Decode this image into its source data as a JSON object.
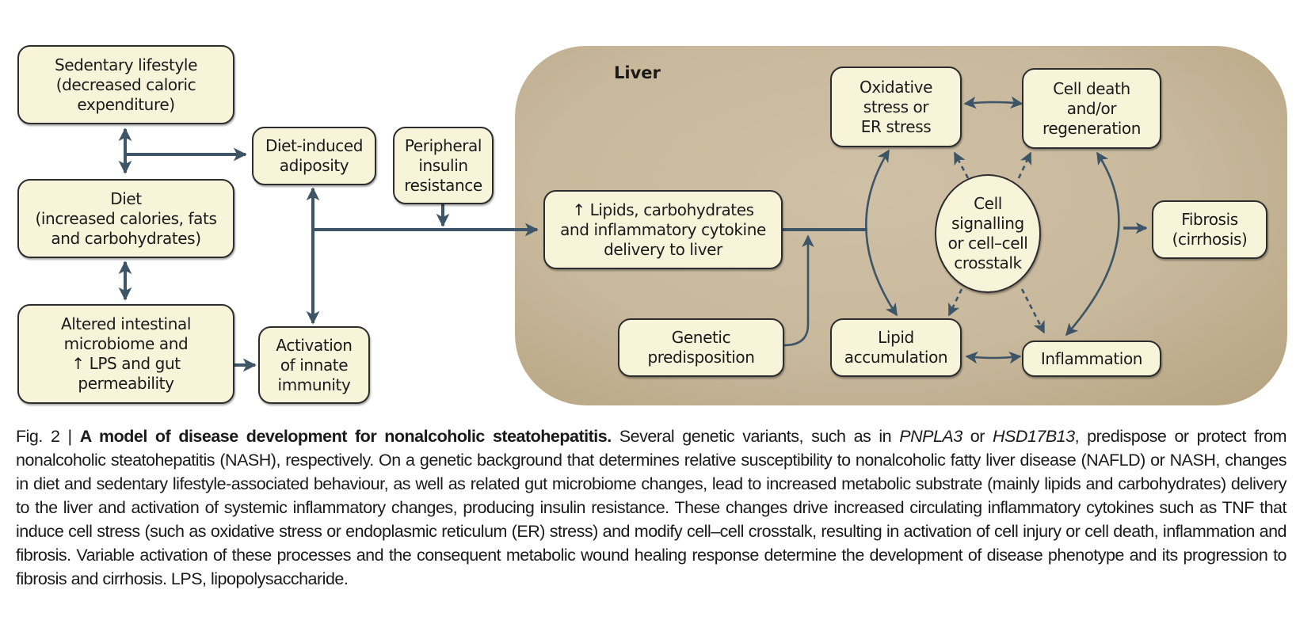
{
  "figure": {
    "liver_label": "Liver",
    "boxes": {
      "sedentary": "Sedentary lifestyle\n(decreased caloric\nexpenditure)",
      "diet": "Diet\n(increased calories, fats\nand carbohydrates)",
      "microbiome": "Altered intestinal\nmicrobiome and\n↑ LPS and gut\npermeability",
      "adiposity": "Diet-induced\nadiposity",
      "insulin": "Peripheral\ninsulin\nresistance",
      "innate": "Activation\nof innate\nimmunity",
      "delivery": "↑ Lipids, carbohydrates\nand inflammatory cytokine\ndelivery to liver",
      "genetic": "Genetic\npredisposition",
      "oxidative": "Oxidative\nstress or\nER stress",
      "celldeath": "Cell death\nand/or\nregeneration",
      "signalling": "Cell\nsignalling\nor cell–cell\ncrosstalk",
      "fibrosis": "Fibrosis\n(cirrhosis)",
      "lipid": "Lipid\naccumulation",
      "inflammation": "Inflammation"
    },
    "colors": {
      "box_fill": "#f7f4da",
      "arrow": "#3d5566",
      "liver_panel": "#c8b89c"
    }
  },
  "caption": {
    "label": "Fig. 2 | ",
    "title": "A model of disease development for nonalcoholic steatohepatitis.",
    "text_1": " Several genetic variants, such as in ",
    "gene_1": "PNPLA3",
    "text_2": " or ",
    "gene_2": "HSD17B13",
    "text_3": ", predispose or protect from nonalcoholic steatohepatitis (NASH), respectively. On a genetic background that determines relative susceptibility to nonalcoholic fatty liver disease (NAFLD) or NASH, changes in diet and sedentary lifestyle-associated behaviour, as well as related gut microbiome changes, lead to increased metabolic substrate (mainly lipids and carbohydrates) delivery to the liver and activation of systemic inflammatory changes, producing insulin resistance. These changes drive increased circulating inflammatory cytokines such as TNF that induce cell stress (such as oxidative stress or endoplasmic reticulum (ER) stress) and modify cell–cell crosstalk, resulting in activation of cell injury or cell death, inflammation and fibrosis. Variable activation of these processes and the consequent metabolic wound healing response determine the development of disease phenotype and its progression to fibrosis and cirrhosis. LPS, lipopolysaccharide."
  }
}
